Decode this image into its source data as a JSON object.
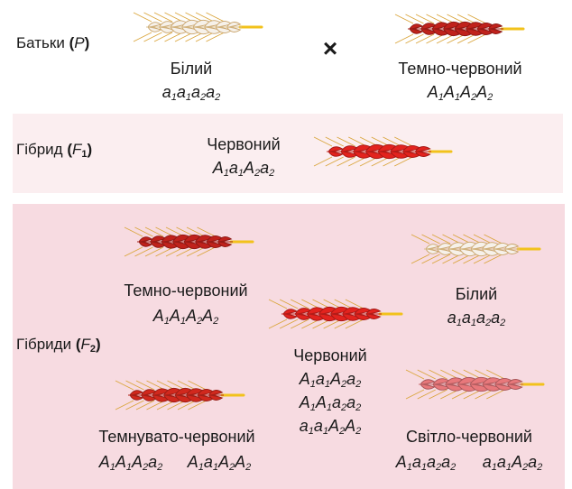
{
  "labels": {
    "parents": "Батьки",
    "parents_symbol": "P",
    "hybrid": "Гібрид",
    "hybrid_symbol": "F",
    "hybrid_sub": "1",
    "hybrids": "Гібриди",
    "hybrids_symbol": "F",
    "hybrids_sub": "2",
    "cross": "×"
  },
  "parents": [
    {
      "color_name": "Білий",
      "genotype": [
        [
          "a",
          "1"
        ],
        [
          "a",
          "1"
        ],
        [
          "a",
          "2"
        ],
        [
          "a",
          "2"
        ]
      ],
      "kernel_color": "#f6f1ea",
      "outline": "#c9a46b"
    },
    {
      "color_name": "Темно-червоний",
      "genotype": [
        [
          "A",
          "1"
        ],
        [
          "A",
          "1"
        ],
        [
          "A",
          "2"
        ],
        [
          "A",
          "2"
        ]
      ],
      "kernel_color": "#c0221c",
      "outline": "#b8841f"
    }
  ],
  "f1": {
    "color_name": "Червоний",
    "genotype": [
      [
        "A",
        "1"
      ],
      [
        "a",
        "1"
      ],
      [
        "A",
        "2"
      ],
      [
        "a",
        "2"
      ]
    ],
    "kernel_color": "#e3231e",
    "outline": "#d08a2a"
  },
  "f2": {
    "dark_red": {
      "color_name": "Темно-червоний",
      "genotype": [
        [
          "A",
          "1"
        ],
        [
          "A",
          "1"
        ],
        [
          "A",
          "2"
        ],
        [
          "A",
          "2"
        ]
      ],
      "kernel_color": "#c0221c"
    },
    "white": {
      "color_name": "Білий",
      "genotype": [
        [
          "a",
          "1"
        ],
        [
          "a",
          "1"
        ],
        [
          "a",
          "2"
        ],
        [
          "a",
          "2"
        ]
      ],
      "kernel_color": "#f6f1ea"
    },
    "red": {
      "color_name": "Червоний",
      "genotypes": [
        [
          [
            "A",
            "1"
          ],
          [
            "a",
            "1"
          ],
          [
            "A",
            "2"
          ],
          [
            "a",
            "2"
          ]
        ],
        [
          [
            "A",
            "1"
          ],
          [
            "A",
            "1"
          ],
          [
            "a",
            "2"
          ],
          [
            "a",
            "2"
          ]
        ],
        [
          [
            "a",
            "1"
          ],
          [
            "a",
            "1"
          ],
          [
            "A",
            "2"
          ],
          [
            "A",
            "2"
          ]
        ]
      ],
      "kernel_color": "#e3231e"
    },
    "darkish_red": {
      "color_name": "Темнувато-червоний",
      "genotypes": [
        [
          [
            "A",
            "1"
          ],
          [
            "A",
            "1"
          ],
          [
            "A",
            "2"
          ],
          [
            "a",
            "2"
          ]
        ],
        [
          [
            "A",
            "1"
          ],
          [
            "a",
            "1"
          ],
          [
            "A",
            "2"
          ],
          [
            "A",
            "2"
          ]
        ]
      ],
      "kernel_color": "#d1281d"
    },
    "light_red": {
      "color_name": "Світло-червоний",
      "genotypes": [
        [
          [
            "A",
            "1"
          ],
          [
            "a",
            "1"
          ],
          [
            "a",
            "2"
          ],
          [
            "a",
            "2"
          ]
        ],
        [
          [
            "a",
            "1"
          ],
          [
            "a",
            "1"
          ],
          [
            "A",
            "2"
          ],
          [
            "a",
            "2"
          ]
        ]
      ],
      "kernel_color": "#e8787b"
    }
  },
  "colors": {
    "band_f1": "#fbeef0",
    "band_f2": "#f7dbe1",
    "stem": "#f2c21b",
    "awn": "#d9a43a"
  }
}
